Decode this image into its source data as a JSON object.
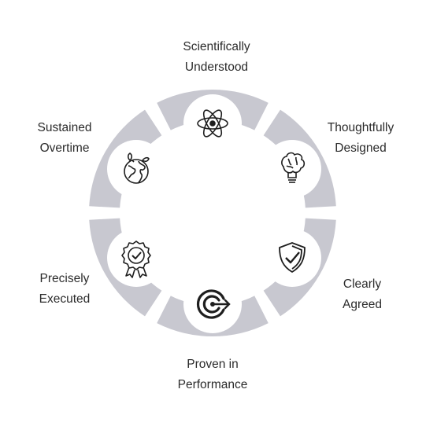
{
  "ring_color": "#c8c8d0",
  "icon_color": "#1e1e1e",
  "steps": [
    {
      "lines": [
        "Scientifically",
        "Understood"
      ],
      "icon": "atom-icon"
    },
    {
      "lines": [
        "Thoughtfully",
        "Designed"
      ],
      "icon": "brain-bulb-icon"
    },
    {
      "lines": [
        "Clearly",
        "Agreed"
      ],
      "icon": "shield-check-icon"
    },
    {
      "lines": [
        "Proven in",
        "Performance"
      ],
      "icon": "target-arrow-icon"
    },
    {
      "lines": [
        "Precisely",
        "Executed"
      ],
      "icon": "award-badge-icon"
    },
    {
      "lines": [
        "Sustained",
        "Overtime"
      ],
      "icon": "eco-globe-icon"
    }
  ]
}
